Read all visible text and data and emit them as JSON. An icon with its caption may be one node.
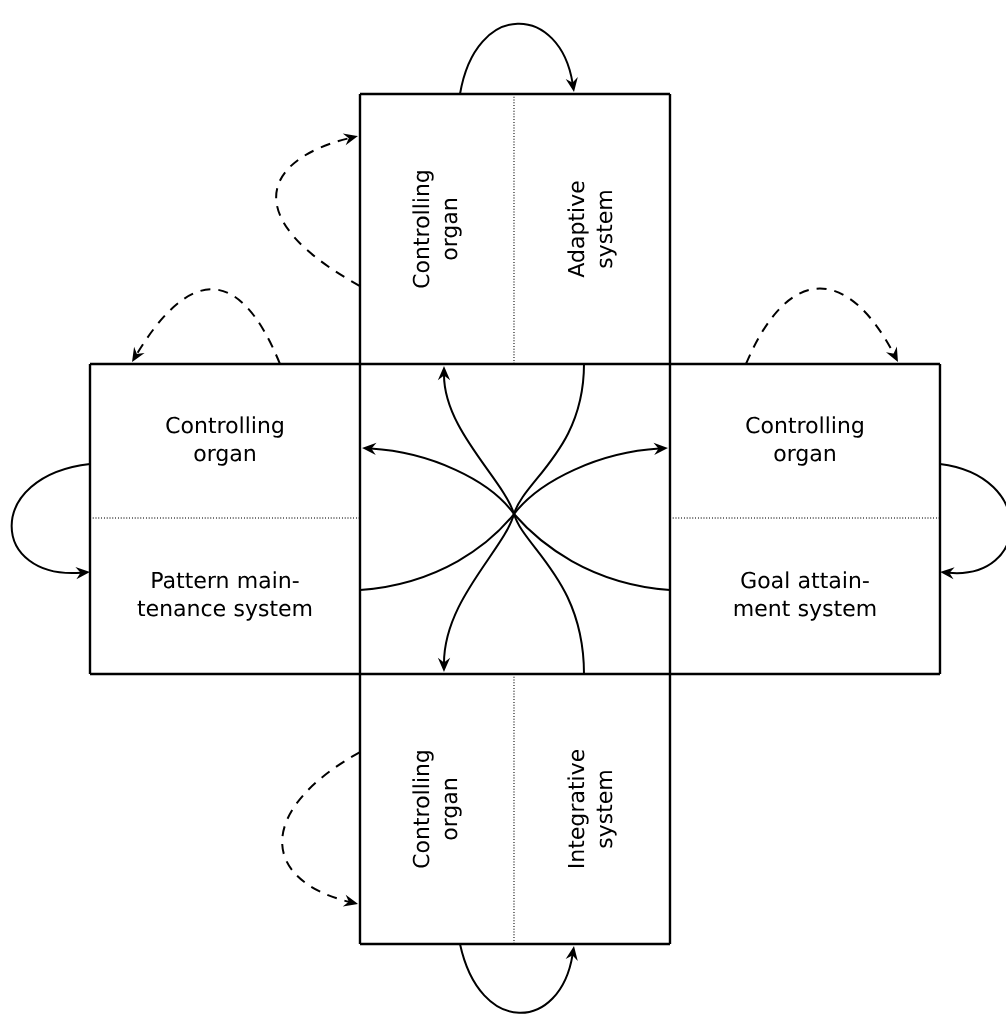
{
  "diagram": {
    "nodes": [
      {
        "text": [
          "Controlling organ"
        ]
      },
      {
        "text": [
          "Adaptive system"
        ]
      },
      {
        "text": [
          "Controlling organ"
        ]
      },
      {
        "text": [
          "Pattern main-tenance system"
        ]
      },
      {
        "text": [
          "Controlling organ"
        ]
      },
      {
        "text": [
          "Goal attain-ment system"
        ]
      },
      {
        "text": [
          "Controlling organ"
        ]
      },
      {
        "text": [
          "Integrative system"
        ]
      }
    ],
    "edges": [
      {
        "from": 0,
        "to": 1,
        "arrow": "to"
      },
      {
        "from": 6,
        "to": 7,
        "arrow": "to"
      },
      {
        "from": 2,
        "to": 3,
        "arrow": "to"
      },
      {
        "from": 4,
        "to": 5,
        "arrow": "to"
      },
      {
        "from": 0,
        "to": 0,
        "arrow": "to",
        "style": "dashed"
      },
      {
        "from": 2,
        "to": 2,
        "arrow": "to",
        "style": "dashed"
      },
      {
        "from": 4,
        "to": 4,
        "arrow": "to",
        "style": "dashed"
      },
      {
        "from": 6,
        "to": 6,
        "arrow": "to",
        "style": "dashed"
      },
      {
        "from": 1,
        "to": 6,
        "arrow": "to"
      },
      {
        "from": 7,
        "to": 0,
        "arrow": "to"
      },
      {
        "from": 3,
        "to": 4,
        "arrow": "to"
      },
      {
        "from": 5,
        "to": 2,
        "arrow": "to"
      }
    ]
  }
}
